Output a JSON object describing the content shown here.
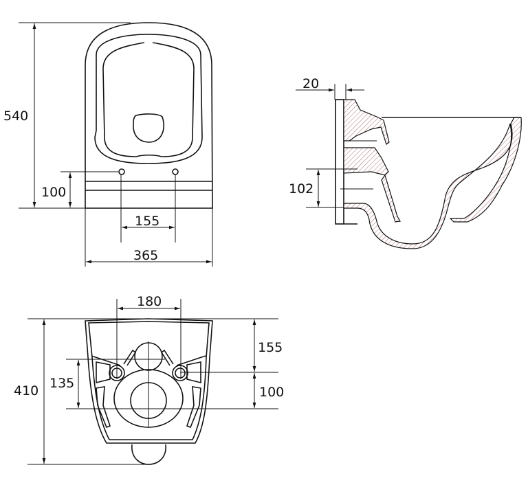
{
  "top_view": {
    "height_label": "540",
    "hole_height_label": "100",
    "hole_spacing_label": "155",
    "width_label": "365"
  },
  "side_view": {
    "wall_gap_label": "20",
    "outlet_height_label": "102"
  },
  "rear_view": {
    "depth_label": "410",
    "fixing_spacing_label": "180",
    "outlet_offset_label": "135",
    "top_to_fixing_label": "155",
    "fixing_to_outlet_label": "100"
  }
}
